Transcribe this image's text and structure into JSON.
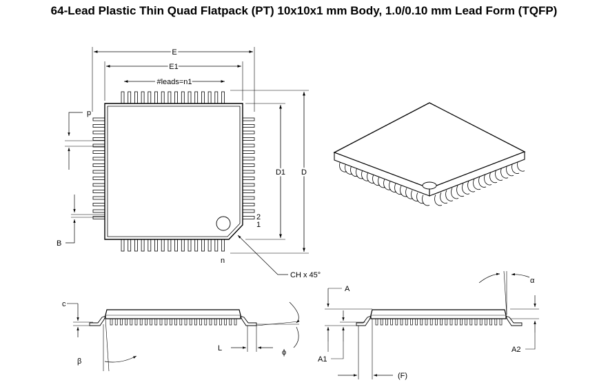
{
  "title": "64-Lead Plastic Thin Quad Flatpack (PT) 10x10x1 mm Body, 1.0/0.10 mm Lead Form (TQFP)",
  "labels": {
    "E": "E",
    "E1": "E1",
    "leads": "#leads=n1",
    "p": "p",
    "B": "B",
    "D1": "D1",
    "D": "D",
    "pin2": "2",
    "pin1": "1",
    "n": "n",
    "chamfer": "CH x 45°",
    "c": "c",
    "beta": "β",
    "L": "L",
    "phi": "ϕ",
    "A": "A",
    "A1": "A1",
    "A2": "A2",
    "alpha": "α",
    "F": "(F)"
  }
}
